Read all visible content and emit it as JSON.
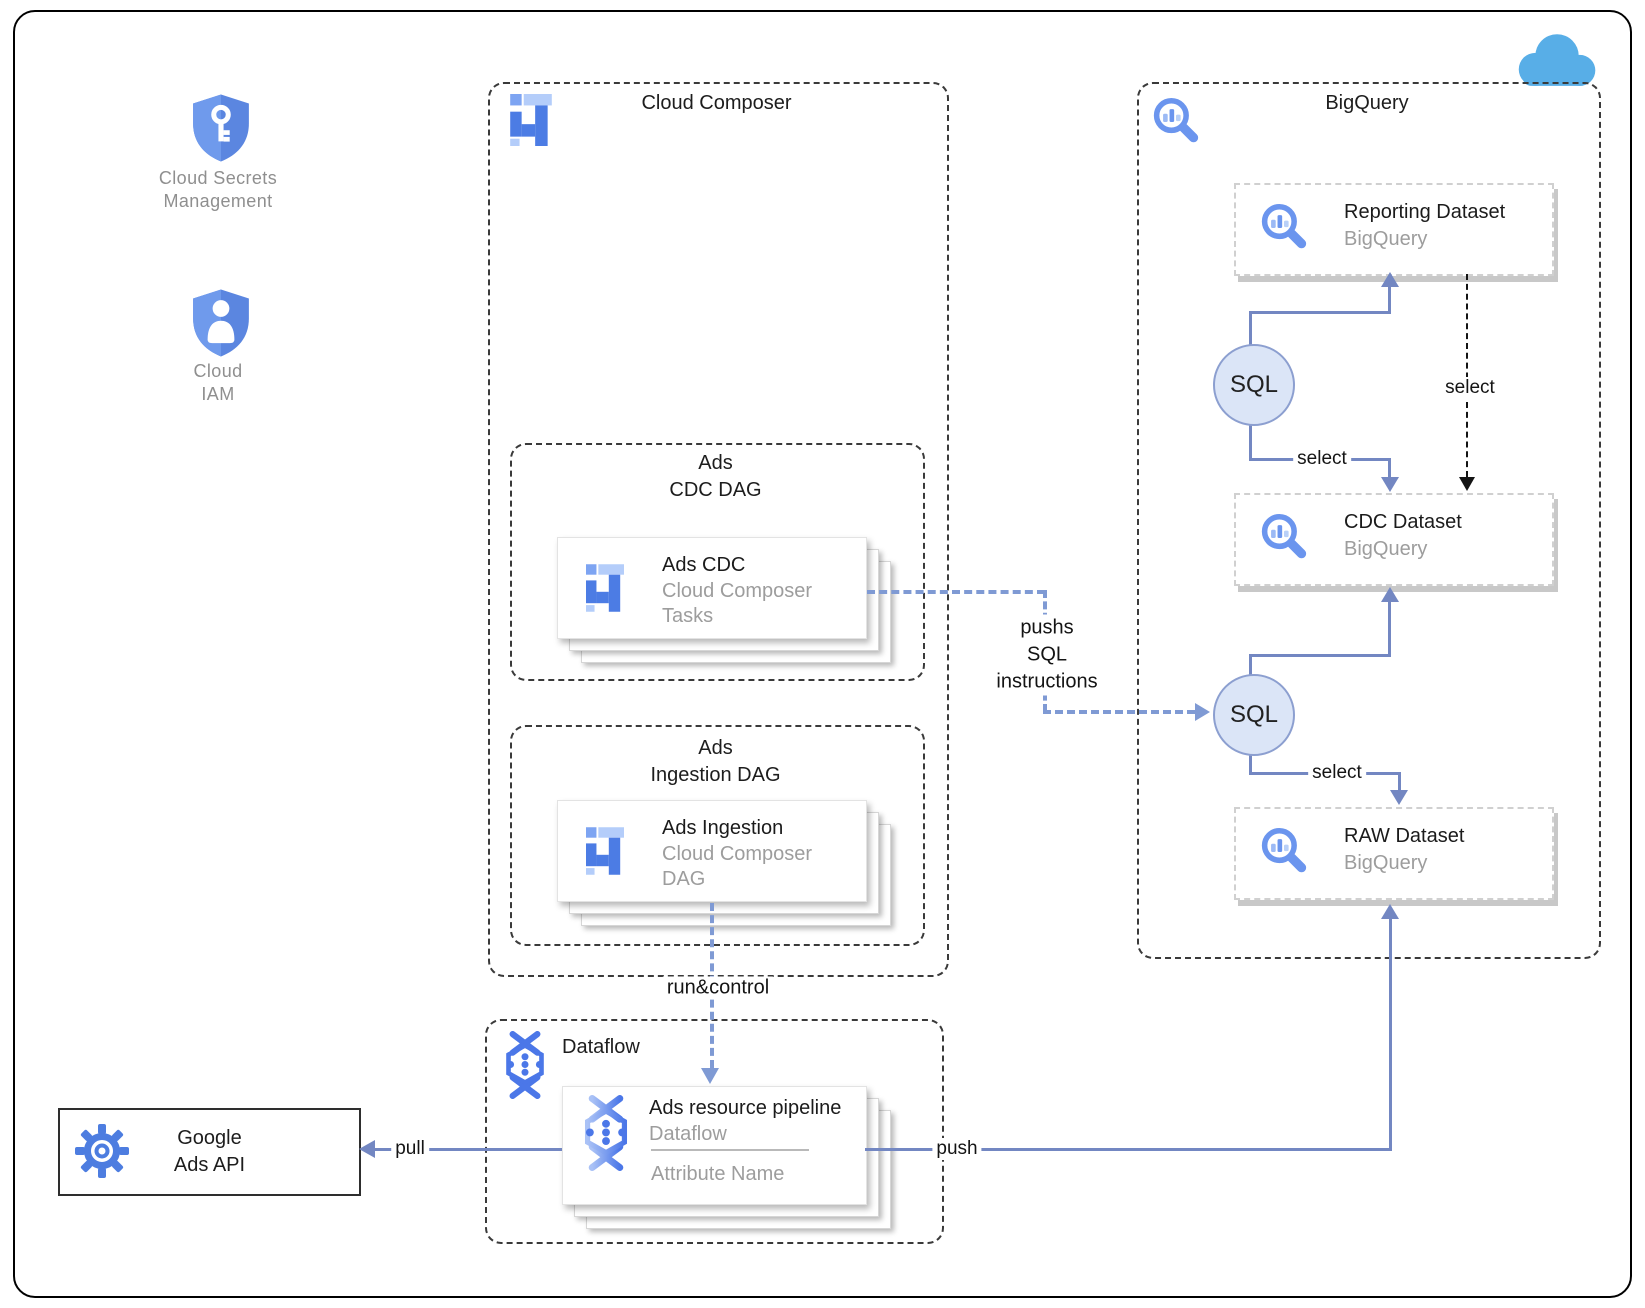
{
  "diagram": {
    "left_panel": {
      "secrets_label_1": "Cloud Secrets",
      "secrets_label_2": "Management",
      "iam_label_1": "Cloud",
      "iam_label_2": "IAM"
    },
    "composer": {
      "title": "Cloud Composer",
      "cdc_dag": {
        "title_1": "Ads",
        "title_2": "CDC DAG",
        "card": {
          "title": "Ads CDC",
          "sub_1": "Cloud Composer",
          "sub_2": "Tasks"
        }
      },
      "ingestion_dag": {
        "title_1": "Ads",
        "title_2": "Ingestion DAG",
        "card": {
          "title": "Ads Ingestion",
          "sub_1": "Cloud Composer",
          "sub_2": "DAG"
        }
      }
    },
    "dataflow": {
      "title": "Dataflow",
      "card": {
        "title": "Ads resource pipeline",
        "sub": "Dataflow",
        "attribute": "Attribute Name"
      }
    },
    "bigquery": {
      "title": "BigQuery",
      "reporting_card": {
        "title": "Reporting Dataset",
        "sub": "BigQuery"
      },
      "cdc_card": {
        "title": "CDC Dataset",
        "sub": "BigQuery"
      },
      "raw_card": {
        "title": "RAW Dataset",
        "sub": "BigQuery"
      },
      "sql_node_1": "SQL",
      "sql_node_2": "SQL"
    },
    "ads_api": {
      "title_1": "Google",
      "title_2": "Ads API"
    },
    "edges": {
      "pushs_sql_1": "pushs",
      "pushs_sql_2": "SQL",
      "pushs_sql_3": "instructions",
      "run_control": "run&control",
      "select_sql1_cdc": "select",
      "select_reporting_cdc": "select",
      "select_sql2_raw": "select",
      "pull": "pull",
      "push": "push"
    },
    "colors": {
      "edge_blue": "#7387c2",
      "edge_blue_dashed": "#7f9ad4",
      "icon_blue": "#4c7ce4",
      "icon_blue_light": "#b4cdfa",
      "shield_blue": "#5b86e0",
      "sql_fill": "#dbe5f7",
      "sql_stroke": "#8c9fd0",
      "cloud_blue": "#58aee7",
      "gray_text": "#9d9d9d",
      "card_shadow": "#c8c8c8"
    }
  }
}
